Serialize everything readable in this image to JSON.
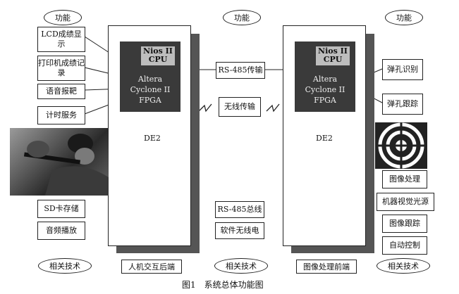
{
  "top_labels": [
    "功能",
    "功能",
    "功能"
  ],
  "bottom_labels": [
    "相关技术",
    "相关技术",
    "相关技术"
  ],
  "left_functions": [
    "LCD成绩显示",
    "打印机成绩记录",
    "语音报靶",
    "计时服务"
  ],
  "left_tech": [
    "SD卡存储",
    "音频播放"
  ],
  "left_board": {
    "cpu": "Nios II CPU",
    "fpga": [
      "Altera",
      "Cyclone II",
      "FPGA"
    ],
    "de2": "DE2",
    "name": "人机交互后端"
  },
  "right_board": {
    "cpu": "Nios II CPU",
    "fpga": [
      "Altera",
      "Cyclone II",
      "FPGA"
    ],
    "de2": "DE2",
    "name": "图像处理前端"
  },
  "middle": {
    "rs485": "RS-485传输",
    "wireless": "无线传输",
    "tech": [
      "RS-485总线",
      "软件无线电"
    ]
  },
  "right_functions": [
    "弹孔识别",
    "弹孔跟踪"
  ],
  "right_tech": [
    "图像处理",
    "机器视觉光源",
    "图像跟踪",
    "自动控制"
  ],
  "caption": "图1　系统总体功能图"
}
